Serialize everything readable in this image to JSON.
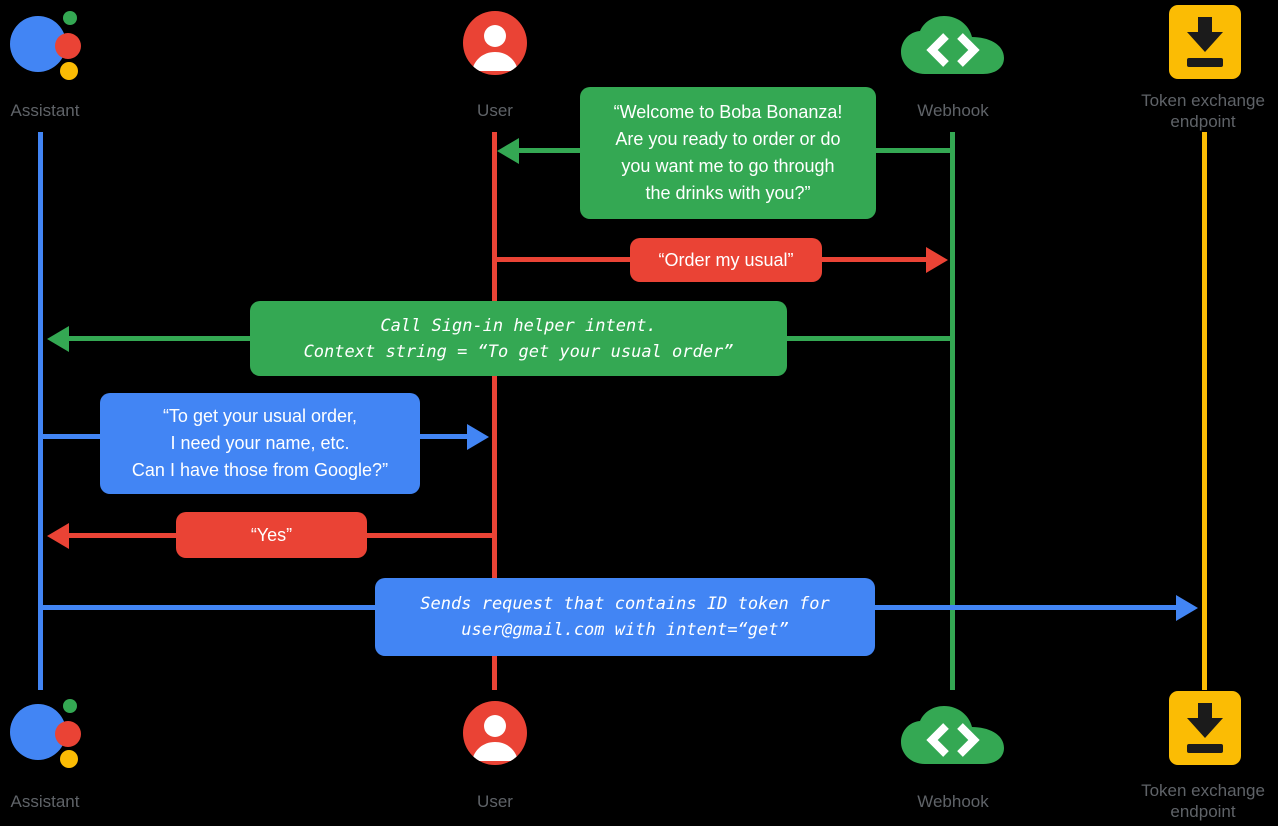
{
  "diagram": {
    "background": "#000000",
    "kind": "sequence-diagram"
  },
  "colors": {
    "assistant_blue": "#4285f4",
    "user_red": "#ea4335",
    "webhook_green": "#34a853",
    "token_yellow": "#fbbc04",
    "actor_label_gray": "#5f6368"
  },
  "actors": {
    "assistant": {
      "label": "Assistant"
    },
    "user": {
      "label": "User"
    },
    "webhook": {
      "label": "Webhook"
    },
    "token_endpoint": {
      "label": "Token exchange\nendpoint"
    }
  },
  "messages": {
    "welcome": {
      "from": "webhook",
      "to": "user",
      "text": "“Welcome to Boba Bonanza!\nAre you ready to order or do\nyou want me to go through\nthe drinks with you?”"
    },
    "order_usual": {
      "from": "user",
      "to": "webhook",
      "text": "“Order my usual”"
    },
    "signin_helper": {
      "from": "webhook",
      "to": "assistant",
      "text": "Call Sign-in helper intent.\nContext string = “To get your usual order”"
    },
    "need_info": {
      "from": "assistant",
      "to": "user",
      "text": "“To get your usual order,\nI need your name, etc.\nCan I have those from Google?”"
    },
    "yes": {
      "from": "user",
      "to": "assistant",
      "text": "“Yes”"
    },
    "token_request": {
      "from": "assistant",
      "to": "token_endpoint",
      "text": "Sends request that contains ID token for\nuser@gmail.com with intent=“get”"
    }
  }
}
